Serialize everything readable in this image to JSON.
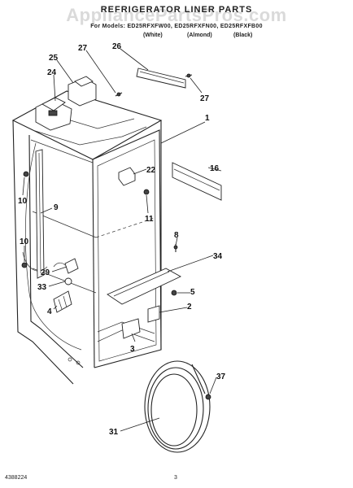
{
  "header": {
    "title": "REFRIGERATOR LINER PARTS",
    "models_line": "For Models: ED25RFXFW00, ED25RFXFN00, ED25RFXFB00",
    "finishes": [
      "(White)",
      "(Almond)",
      "(Black)"
    ]
  },
  "watermark": "AppliancePartsPros.com",
  "callouts": {
    "c1": "1",
    "c2": "2",
    "c3": "3",
    "c4": "4",
    "c5": "5",
    "c8": "8",
    "c9": "9",
    "c10a": "10",
    "c10b": "10",
    "c11": "11",
    "c16": "16",
    "c22": "22",
    "c24": "24",
    "c25": "25",
    "c26": "26",
    "c27a": "27",
    "c27b": "27",
    "c29": "29",
    "c31": "31",
    "c33": "33",
    "c34": "34",
    "c37": "37"
  },
  "footer": {
    "doc_number": "4388224",
    "page_number": "3"
  }
}
